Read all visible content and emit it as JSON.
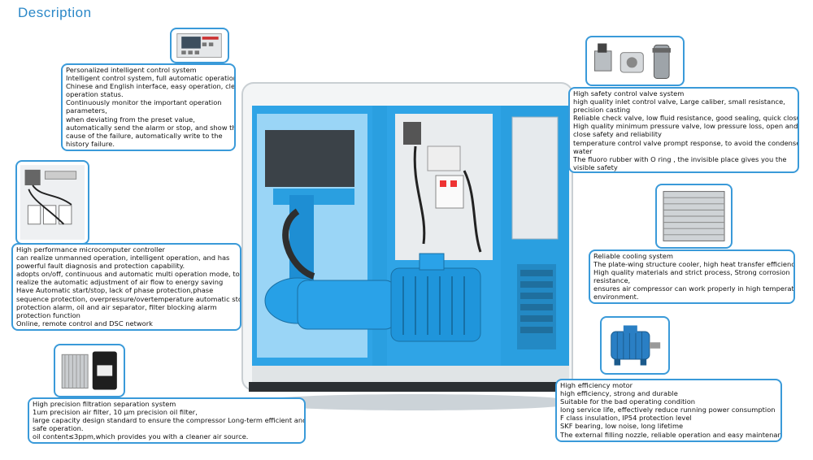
{
  "title": "Description",
  "sections": {
    "control_system": [
      "Personalized intelligent control system",
      "Intelligent control system, full automatic operation,",
      "Chinese and English interface, easy operation, clear",
      "operation status.",
      "Continuously monitor the important operation",
      "parameters,",
      "when deviating from the preset value,",
      "automatically send the alarm or stop, and show the",
      "cause of the failure, automatically write to the",
      "history failure."
    ],
    "microcomputer": [
      "High performance microcomputer controller",
      "can realize unmanned operation, intelligent operation, and has",
      "powerful  fault diagnosis and protection capability.",
      "adopts on/off, continuous and automatic multi operation mode, to",
      "realize the automatic adjustment of air flow to energy saving",
      "Have Automatic start/stop, lack of phase protection,phase",
      "sequence protection, overpressure/overtemperature automatic stop",
      "protection alarm, oil and air separator, filter blocking alarm",
      "protection function",
      "Online, remote control and DSC network"
    ],
    "filtration": [
      "High precision filtration separation system",
      "1um precision air filter, 10 μm precision oil filter,",
      "large capacity design standard to ensure the compressor Long-term efficient and",
      "safe operation.",
      "oil content≤3ppm,which provides you with a cleaner air source."
    ],
    "valve": [
      "High safety control valve system",
      "high quality inlet control valve, Large caliber, small resistance,",
      "precision casting",
      "Reliable check valve, low fluid resistance, good sealing, quick closure",
      "High quality minimum pressure valve, low pressure loss, open and",
      "close safety and reliability",
      "temperature control valve prompt response, to avoid the condensed",
      "water",
      "The fluoro rubber with O ring , the invisible place gives you the",
      "visible safety"
    ],
    "cooling": [
      "Reliable cooling system",
      "The plate-wing structure cooler, high heat transfer efficiency",
      "High quality materials and strict process, Strong corrosion",
      "resistance,",
      "ensures air compressor can work properly in high temperature",
      "environment."
    ],
    "motor": [
      "High efficiency motor",
      "high efficiency, strong and durable",
      "Suitable for the bad operating condition",
      "long service life, effectively reduce running power consumption",
      "F class insulation, IP54 protection level",
      "SKF bearing, low noise, long lifetime",
      "The external filling nozzle, reliable operation and easy maintenance"
    ]
  },
  "colors": {
    "accent": "#3a9ad9",
    "machine_blue": "#2a9fe0",
    "title": "#2b88c8"
  }
}
